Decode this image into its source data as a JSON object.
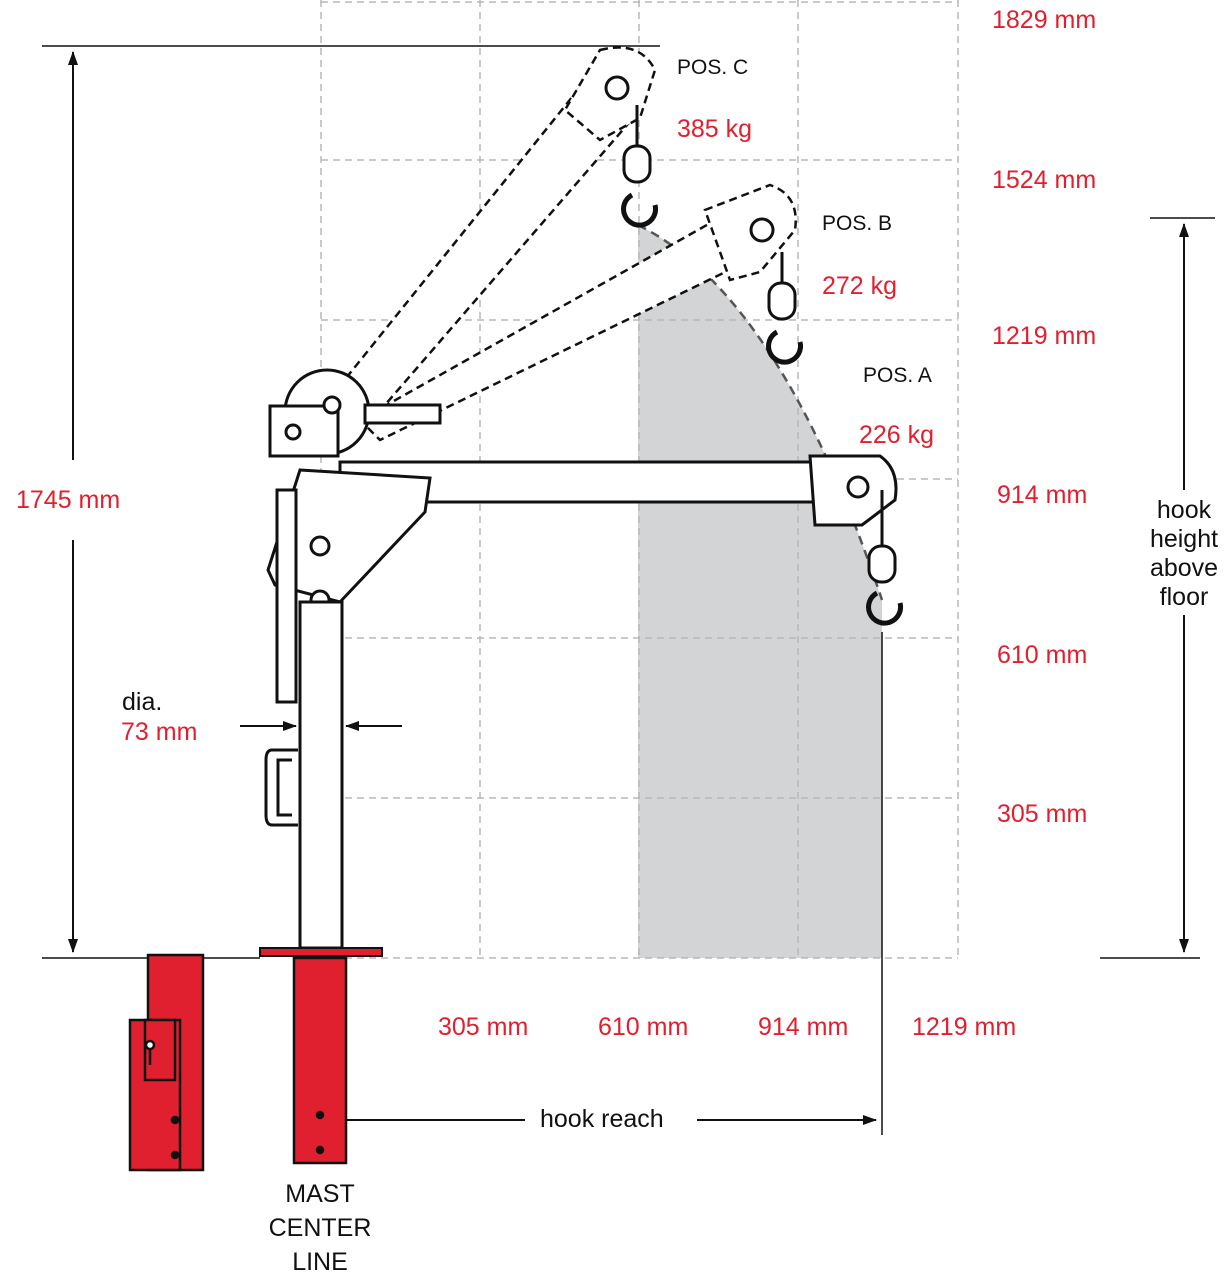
{
  "colors": {
    "accent_red": "#e0202e",
    "ink": "#111111",
    "grid": "#b8b8b8",
    "shade": "#d3d4d6"
  },
  "height_ticks": [
    "1829 mm",
    "1524 mm",
    "1219 mm",
    "914 mm",
    "610 mm",
    "305 mm"
  ],
  "reach_ticks": [
    "305 mm",
    "610 mm",
    "914 mm",
    "1219 mm"
  ],
  "overall_height": "1745 mm",
  "diameter": {
    "label": "dia.",
    "value": "73 mm"
  },
  "positions": [
    {
      "name": "POS. C",
      "capacity": "385 kg"
    },
    {
      "name": "POS. B",
      "capacity": "272 kg"
    },
    {
      "name": "POS. A",
      "capacity": "226 kg"
    }
  ],
  "hook_height_label": [
    "hook",
    "height",
    "above",
    "floor"
  ],
  "hook_reach_label": "hook reach",
  "mast_center_line_label": [
    "MAST",
    "CENTER",
    "LINE"
  ]
}
